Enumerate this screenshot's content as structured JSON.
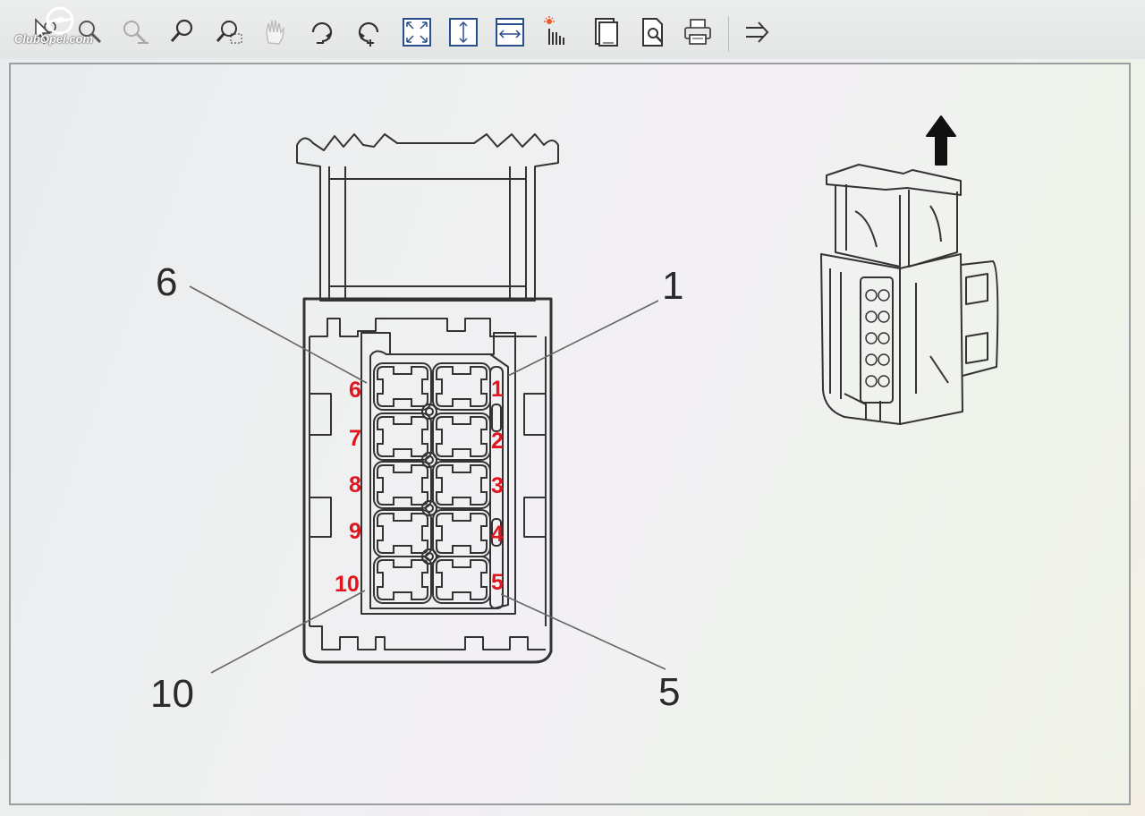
{
  "watermark": {
    "text": "ClubOpel.com"
  },
  "toolbar": {
    "icons": [
      "select-zoom-icon",
      "zoom-in-icon",
      "zoom-out-icon",
      "magnifier-icon",
      "zoom-region-icon",
      "pan-hand-icon",
      "rotate-ccw-icon",
      "rotate-cw-icon",
      "fit-page-icon",
      "fit-height-icon",
      "fit-width-icon",
      "highlight-icon",
      "page-view-icon",
      "print-preview-icon",
      "print-icon",
      "forward-arrow-icon"
    ]
  },
  "diagram": {
    "callouts": {
      "c6": "6",
      "c1": "1",
      "c10": "10",
      "c5": "5"
    },
    "pins": {
      "p1": "1",
      "p2": "2",
      "p3": "3",
      "p4": "4",
      "p5": "5",
      "p6": "6",
      "p7": "7",
      "p8": "8",
      "p9": "9",
      "p10": "10"
    },
    "colors": {
      "pin_label": "#e0151d",
      "line": "#333333"
    }
  }
}
